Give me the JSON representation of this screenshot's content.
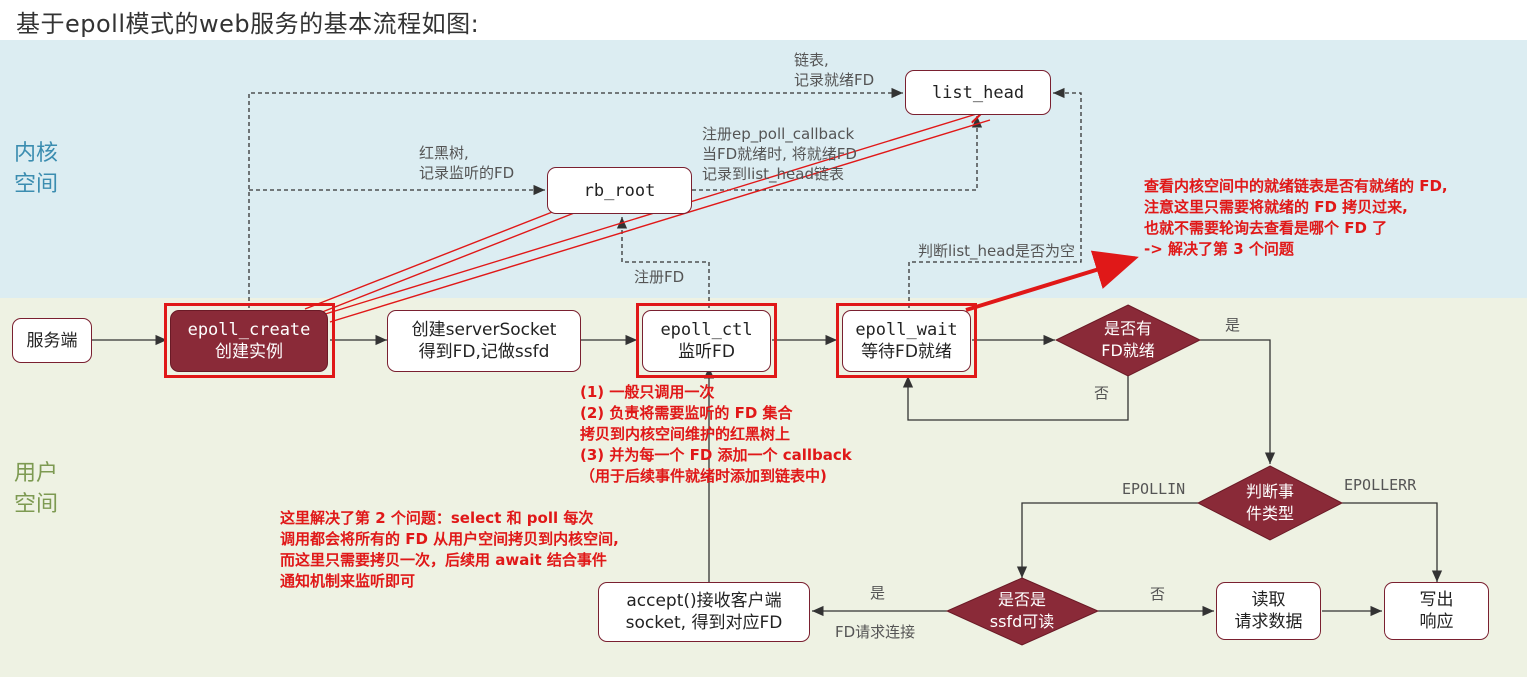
{
  "title": "基于epoll模式的web服务的基本流程如图:",
  "zones": {
    "kernel": [
      "内核",
      "空间"
    ],
    "user": [
      "用户",
      "空间"
    ]
  },
  "nodes": {
    "server": "服务端",
    "epoll_create": [
      "epoll_create",
      "创建实例"
    ],
    "server_socket": [
      "创建serverSocket",
      "得到FD,记做ssfd"
    ],
    "epoll_ctl": [
      "epoll_ctl",
      "监听FD"
    ],
    "epoll_wait": [
      "epoll_wait",
      "等待FD就绪"
    ],
    "rb_root": "rb_root",
    "list_head": "list_head",
    "accept": [
      "accept()接收客户端",
      "socket, 得到对应FD"
    ],
    "read": [
      "读取",
      "请求数据"
    ],
    "write": [
      "写出",
      "响应"
    ]
  },
  "decisions": {
    "ready": [
      "是否有",
      "FD就绪"
    ],
    "event_type": [
      "判断事",
      "件类型"
    ],
    "readable": [
      "是否是",
      "ssfd可读"
    ]
  },
  "labels": {
    "list_desc": [
      "链表,",
      "记录就绪FD"
    ],
    "rb_desc": [
      "红黑树,",
      "记录监听的FD"
    ],
    "callback_desc": [
      "注册ep_poll_callback",
      "当FD就绪时, 将就绪FD",
      "记录到list_head链表"
    ],
    "register_fd": "注册FD",
    "check_list": "判断list_head是否为空",
    "yes1": "是",
    "no1": "否",
    "epollin": "EPOLLIN",
    "epollerr": "EPOLLERR",
    "yes2": "是",
    "no2": "否",
    "fd_request": "FD请求连接"
  },
  "notes": {
    "kernel_note": [
      "查看内核空间中的就绪链表是否有就绪的 FD,",
      "注意这里只需要将就绪的 FD 拷贝过来,",
      "也就不需要轮询去查看是哪个 FD 了",
      "-> 解决了第 3 个问题"
    ],
    "ctl_note": [
      "(1) 一般只调用一次",
      "(2) 负责将需要监听的 FD 集合",
      "拷贝到内核空间维护的红黑树上",
      "(3) 并为每一个 FD 添加一个 callback",
      "（用于后续事件就绪时添加到链表中)"
    ],
    "problem2_note": [
      "这里解决了第 2 个问题：select 和 poll 每次",
      "调用都会将所有的 FD 从用户空间拷贝到内核空间,",
      "而这里只需要拷贝一次，后续用 await 结合事件",
      "通知机制来监听即可"
    ]
  },
  "colors": {
    "kernel_bg": "#dcedf2",
    "user_bg": "#eef2e3",
    "node_border": "#7a2030",
    "decision_fill": "#8a2a38",
    "highlight": "#e01818"
  }
}
